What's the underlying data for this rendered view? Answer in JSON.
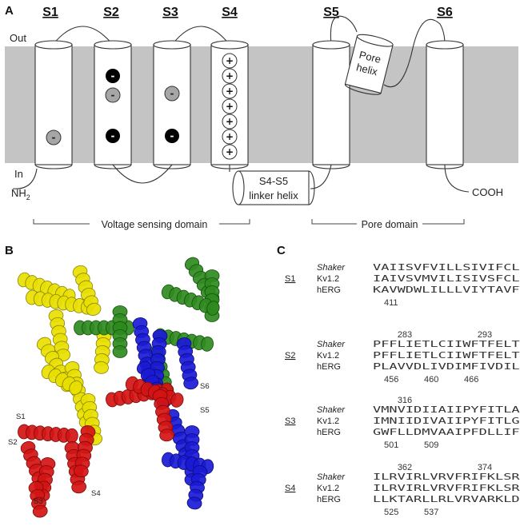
{
  "panel_a": {
    "letter": "A",
    "side_out": "Out",
    "side_in": "In",
    "n_term": "NH",
    "n_term_sub": "2",
    "c_term": "COOH",
    "segments": [
      "S1",
      "S2",
      "S3",
      "S4",
      "S5",
      "S6"
    ],
    "pore_helix": [
      "Pore",
      "helix"
    ],
    "linker_helix": [
      "S4-S5",
      "linker helix"
    ],
    "vsd_label": "Voltage sensing domain",
    "pore_domain_label": "Pore domain",
    "minus_sign": "-",
    "plus_sign": "+",
    "colors": {
      "membrane": "#c4c4c4",
      "neg_gray": "#a6a6a6",
      "neg_black": "#000000"
    }
  },
  "panel_b": {
    "letter": "B",
    "labels": [
      "S1",
      "S2",
      "S3",
      "S4",
      "S5",
      "S6"
    ],
    "colors": {
      "yellow": "#e8e000",
      "green": "#2f8a1f",
      "blue": "#1a1ad6",
      "red": "#d41414"
    }
  },
  "panel_c": {
    "letter": "C",
    "blocks": [
      {
        "segment": "S1",
        "top_numbers": [],
        "rows": [
          {
            "name": "Shaker",
            "italic": true,
            "seq": "VAIISVFVILLSIVIFCLET"
          },
          {
            "name": "Kv1.2",
            "italic": false,
            "seq": "IAIVSVMVILISIVSFCLET"
          },
          {
            "name": "hERG",
            "italic": false,
            "seq": "KAVWDWLILLLVIYTAVFTP"
          }
        ],
        "bottom_numbers": [
          "411"
        ]
      },
      {
        "segment": "S2",
        "top_numbers": [
          "283",
          "293"
        ],
        "rows": [
          {
            "name": "Shaker",
            "italic": true,
            "seq": "PFFLIETLCIIWFTFELTVRF"
          },
          {
            "name": "Kv1.2",
            "italic": false,
            "seq": "PFFLIETLCIIWFTFELTVRF"
          },
          {
            "name": "hERG",
            "italic": false,
            "seq": "PLAVVDLIVDIMFIVDILINF"
          }
        ],
        "bottom_numbers": [
          "456",
          "460",
          "466"
        ]
      },
      {
        "segment": "S3",
        "top_numbers": [
          "316"
        ],
        "rows": [
          {
            "name": "Shaker",
            "italic": true,
            "seq": "VMNVIDIIAIIPYFITLAT"
          },
          {
            "name": "Kv1.2",
            "italic": false,
            "seq": "IMNIIDIVAIIPYFITLGT"
          },
          {
            "name": "hERG",
            "italic": false,
            "seq": "GWFLLDMVAAIPFDLLIFG"
          }
        ],
        "bottom_numbers": [
          "501",
          "509"
        ]
      },
      {
        "segment": "S4",
        "top_numbers": [
          "362",
          "374"
        ],
        "rows": [
          {
            "name": "Shaker",
            "italic": true,
            "seq": "ILRVIRLVRVFRIFKLSRH"
          },
          {
            "name": "Kv1.2",
            "italic": false,
            "seq": "ILRVIRLVRVFRIFKLSRH"
          },
          {
            "name": "hERG",
            "italic": false,
            "seq": "LLKTARLLRLVRVARKLDRY"
          }
        ],
        "bottom_numbers": [
          "525",
          "537"
        ]
      }
    ]
  }
}
